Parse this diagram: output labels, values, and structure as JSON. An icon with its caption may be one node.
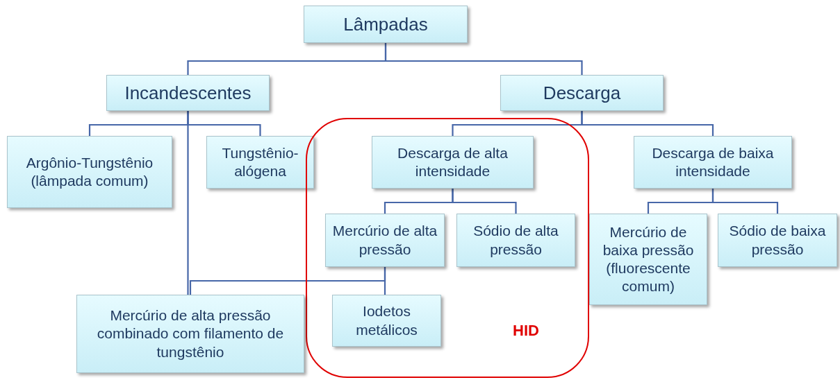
{
  "diagram": {
    "nodes": [
      {
        "text": [
          "Lâmpadas"
        ]
      },
      {
        "text": [
          "Incandescentes"
        ]
      },
      {
        "text": [
          "Descarga"
        ]
      },
      {
        "text": [
          "Argônio-Tungstênio (lâmpada comum)"
        ]
      },
      {
        "text": [
          "Tungstênio-alógena"
        ]
      },
      {
        "text": [
          "HID"
        ]
      },
      {
        "text": [
          "Descarga de alta intensidade"
        ],
        "in": 5
      },
      {
        "text": [
          "Descarga de baixa intensidade"
        ]
      },
      {
        "text": [
          "Mercúrio de alta pressão"
        ],
        "in": 5
      },
      {
        "text": [
          "Sódio de alta pressão"
        ],
        "in": 5
      },
      {
        "text": [
          "Mercúrio de baixa pressão (fluorescente comum)"
        ]
      },
      {
        "text": [
          "Sódio de baixa pressão"
        ]
      },
      {
        "text": [
          "Mercúrio de alta pressão combinado com filamento de tungstênio"
        ]
      },
      {
        "text": [
          "Iodetos metálicos"
        ],
        "in": 5
      }
    ],
    "edges": [
      {
        "from": 0,
        "to": 1,
        "arrow": "none"
      },
      {
        "from": 0,
        "to": 2,
        "arrow": "none"
      },
      {
        "from": 1,
        "to": 3,
        "arrow": "none"
      },
      {
        "from": 1,
        "to": 4,
        "arrow": "none"
      },
      {
        "from": 2,
        "to": 6,
        "arrow": "none"
      },
      {
        "from": 2,
        "to": 7,
        "arrow": "none"
      },
      {
        "from": 6,
        "to": 8,
        "arrow": "none"
      },
      {
        "from": 6,
        "to": 9,
        "arrow": "none"
      },
      {
        "from": 7,
        "to": 10,
        "arrow": "none"
      },
      {
        "from": 7,
        "to": 11,
        "arrow": "none"
      },
      {
        "from": 1,
        "to": 12,
        "arrow": "none"
      },
      {
        "from": 8,
        "to": 12,
        "arrow": "none"
      },
      {
        "from": 8,
        "to": 13,
        "arrow": "none"
      }
    ]
  }
}
